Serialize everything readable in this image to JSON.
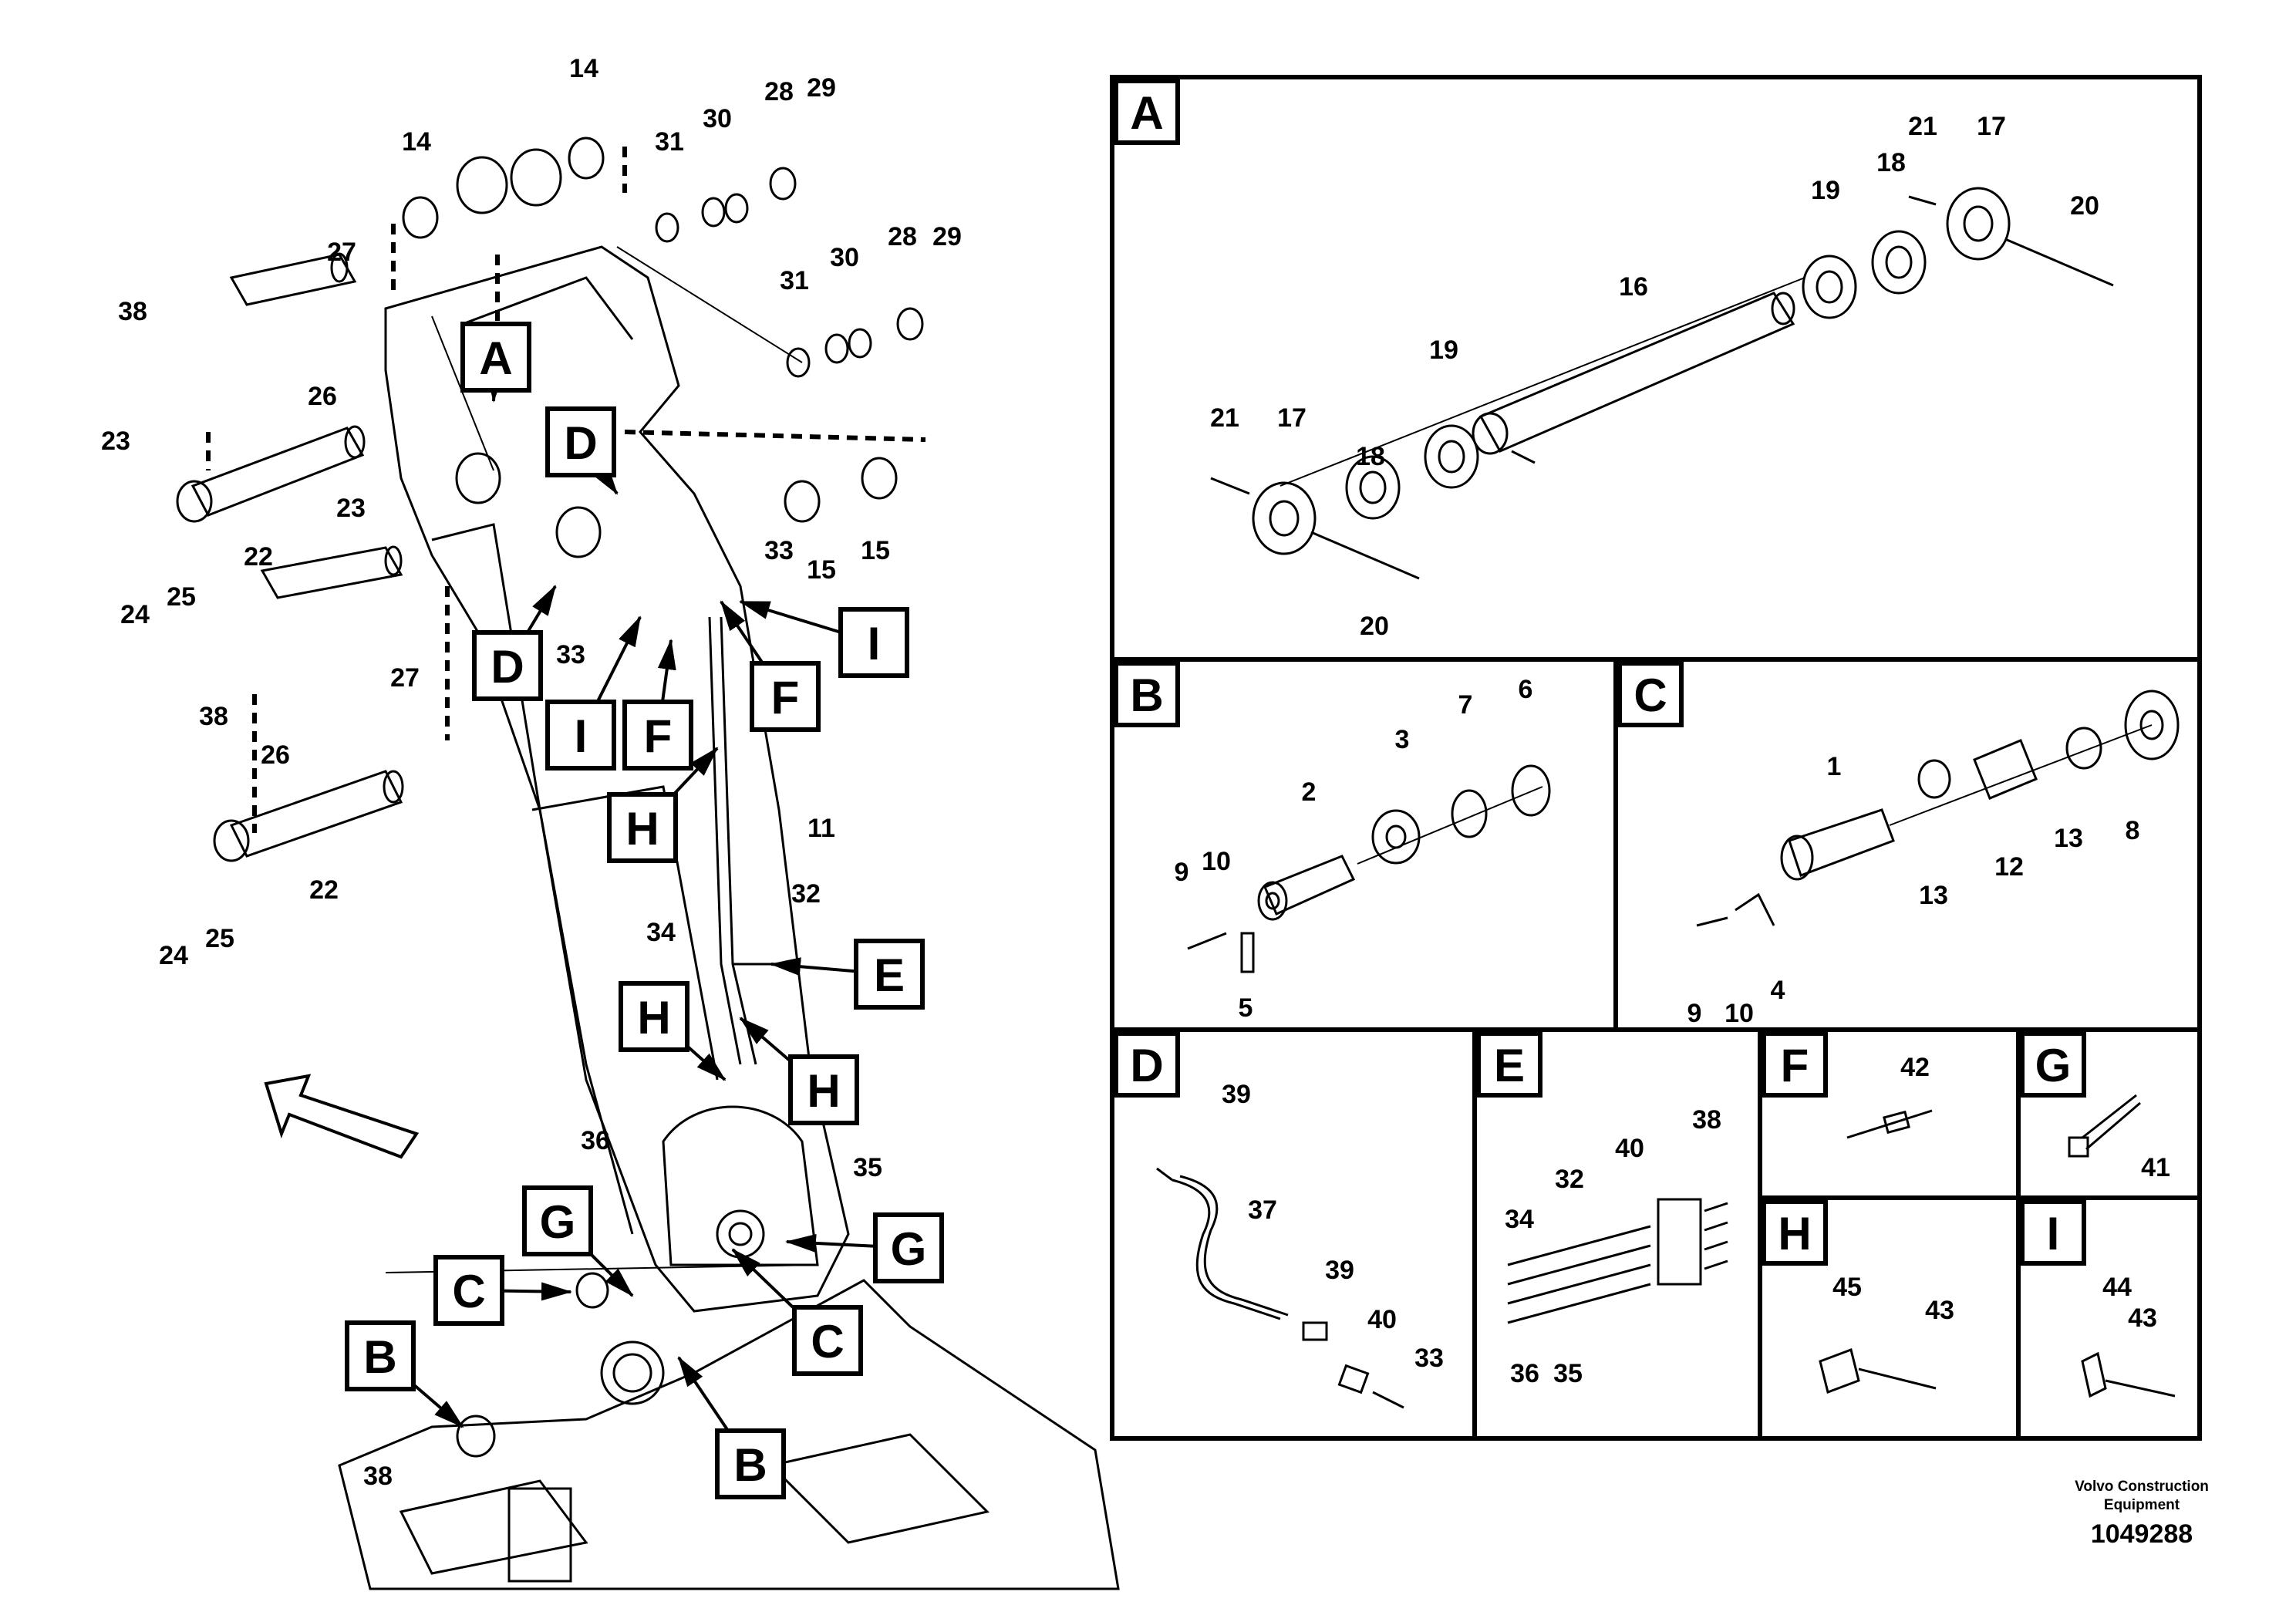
{
  "footer": {
    "company_line1": "Volvo Construction",
    "company_line2": "Equipment",
    "drawing_number": "1049288"
  },
  "panels": {
    "A": {
      "label": "A",
      "parts": [
        "21",
        "17",
        "18",
        "19",
        "16",
        "20",
        "19",
        "18",
        "21",
        "17",
        "20"
      ]
    },
    "B": {
      "label": "B",
      "parts": [
        "9",
        "10",
        "5",
        "2",
        "3",
        "7",
        "6"
      ]
    },
    "C": {
      "label": "C",
      "parts": [
        "9",
        "10",
        "4",
        "1",
        "13",
        "12",
        "13",
        "8"
      ]
    },
    "D": {
      "label": "D",
      "parts": [
        "39",
        "37",
        "39",
        "40",
        "33"
      ]
    },
    "E": {
      "label": "E",
      "parts": [
        "38",
        "32",
        "40",
        "34",
        "36",
        "35"
      ]
    },
    "F": {
      "label": "F",
      "parts": [
        "42"
      ]
    },
    "G": {
      "label": "G",
      "parts": [
        "41"
      ]
    },
    "H": {
      "label": "H",
      "parts": [
        "45",
        "43"
      ]
    },
    "I": {
      "label": "I",
      "parts": [
        "44",
        "43"
      ]
    }
  },
  "main_callouts": {
    "boxes": [
      "A",
      "D",
      "D",
      "I",
      "F",
      "I",
      "F",
      "H",
      "E",
      "H",
      "H",
      "G",
      "G",
      "C",
      "C",
      "B",
      "B"
    ],
    "numbers": [
      "14",
      "14",
      "31",
      "30",
      "28",
      "29",
      "27",
      "38",
      "26",
      "23",
      "31",
      "30",
      "28",
      "29",
      "25",
      "22",
      "24",
      "23",
      "33",
      "15",
      "15",
      "33",
      "27",
      "38",
      "26",
      "11",
      "22",
      "32",
      "34",
      "24",
      "25",
      "36",
      "35",
      "38"
    ]
  }
}
